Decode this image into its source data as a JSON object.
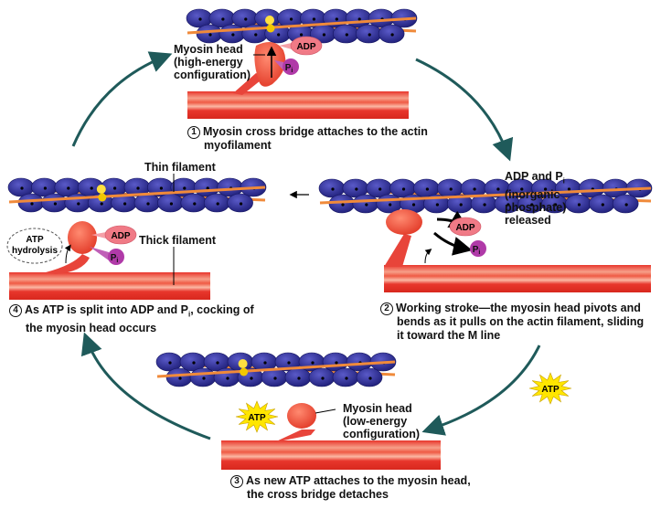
{
  "colors": {
    "actin": "#2b2b8c",
    "strand": "#f08a3a",
    "thick": "#e8362c",
    "head": "#f0503c",
    "adp": "#f07a86",
    "pi": "#b03aa8",
    "atp": "#ffe600",
    "cycle_arrow": "#1f5a5a"
  },
  "labels": {
    "myosin_head_high": [
      "Myosin head",
      "(high-energy",
      "configuration)"
    ],
    "thin_filament": "Thin filament",
    "thick_filament": "Thick filament",
    "atp_hydrolysis": [
      "ATP",
      "hydrolysis"
    ],
    "released": [
      "ADP and P",
      "i",
      "(inorganic",
      "phosphate)",
      "released"
    ],
    "myosin_head_low": [
      "Myosin head",
      "(low-energy",
      "configuration)"
    ],
    "adp": "ADP",
    "pi": "P",
    "pi_sub": "i",
    "atp": "ATP"
  },
  "steps": [
    {
      "num": "1",
      "text": [
        "Myosin cross bridge attaches to the actin",
        "myofilament"
      ]
    },
    {
      "num": "2",
      "text": [
        "Working stroke—the myosin head pivots and",
        "bends as it pulls on the actin filament, sliding",
        "it toward the M line"
      ]
    },
    {
      "num": "3",
      "text": [
        "As new ATP attaches to the myosin head,",
        "the cross bridge detaches"
      ]
    },
    {
      "num": "4",
      "text": [
        "As ATP is split into ADP and P",
        "i",
        ", cocking of",
        "the myosin head occurs"
      ]
    }
  ]
}
